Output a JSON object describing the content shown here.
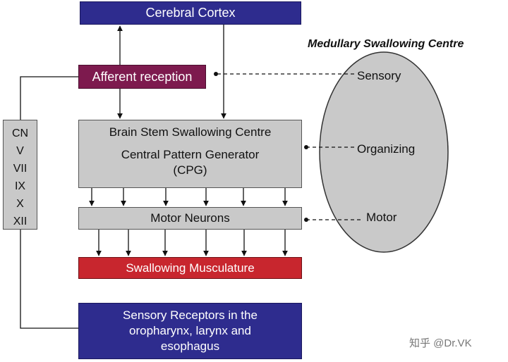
{
  "boxes": {
    "cortex": "Cerebral Cortex",
    "afferent": "Afferent reception",
    "brainstem": {
      "line1": "Brain Stem Swallowing Centre",
      "line2": "Central Pattern Generator",
      "line3": "(CPG)"
    },
    "motor_neurons": "Motor Neurons",
    "musculature": "Swallowing Musculature",
    "receptors": {
      "line1": "Sensory Receptors in the",
      "line2": "oropharynx, larynx and",
      "line3": "esophagus"
    }
  },
  "cranial_nerves": [
    "CN",
    "V",
    "VII",
    "IX",
    "X",
    "XII"
  ],
  "medullary": {
    "title": "Medullary Swallowing Centre",
    "sensory": "Sensory",
    "organizing": "Organizing",
    "motor": "Motor"
  },
  "watermark": "知乎 @Dr.VK",
  "colors": {
    "navy": "#2e2c8e",
    "maroon": "#7d1a4e",
    "gray": "#c9c9c9",
    "red": "#c8262e"
  }
}
